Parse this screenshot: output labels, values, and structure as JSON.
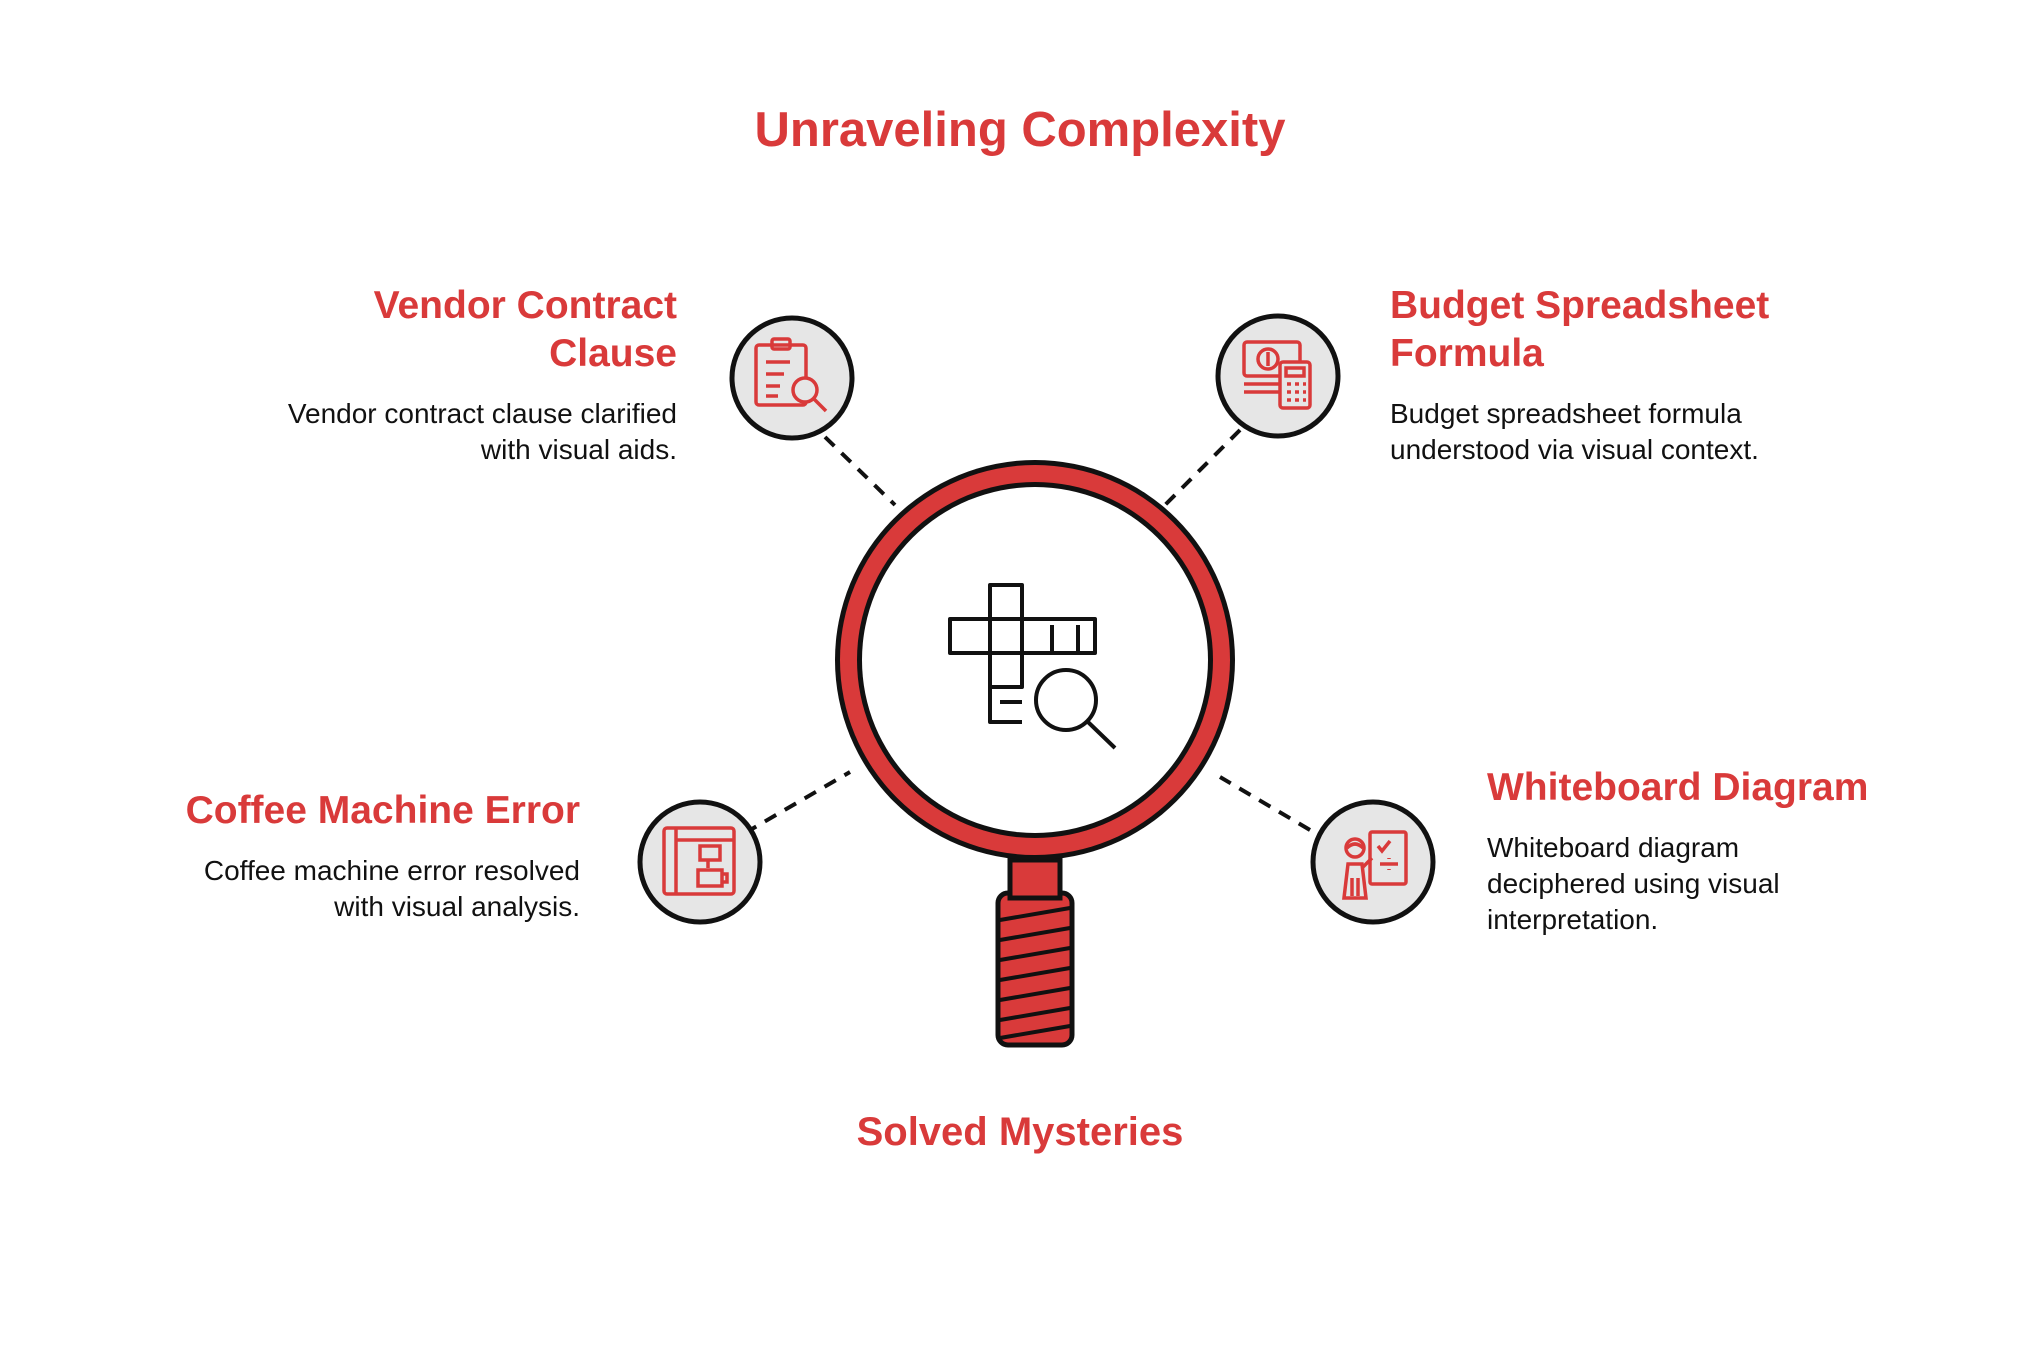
{
  "title": "Unraveling Complexity",
  "footer": "Solved Mysteries",
  "colors": {
    "accent": "#d93a3a",
    "node_fill": "#e6e6e6",
    "stroke": "#111111"
  },
  "center_icon": "crossword-magnifier-icon",
  "items": [
    {
      "heading_line1": "Vendor Contract",
      "heading_line2": "Clause",
      "desc_line1": "Vendor contract clause clarified",
      "desc_line2": "with visual aids.",
      "icon": "clipboard-search-icon"
    },
    {
      "heading_line1": "Budget Spreadsheet",
      "heading_line2": "Formula",
      "desc_line1": "Budget spreadsheet formula",
      "desc_line2": "understood via visual context.",
      "icon": "money-calculator-icon"
    },
    {
      "heading_line1": "Coffee Machine Error",
      "desc_line1": "Coffee machine error resolved",
      "desc_line2": "with visual analysis.",
      "icon": "coffee-machine-icon"
    },
    {
      "heading_line1": "Whiteboard Diagram",
      "desc_line1": "Whiteboard diagram",
      "desc_line2": "deciphered using visual",
      "desc_line3": "interpretation.",
      "icon": "teacher-whiteboard-icon"
    }
  ]
}
